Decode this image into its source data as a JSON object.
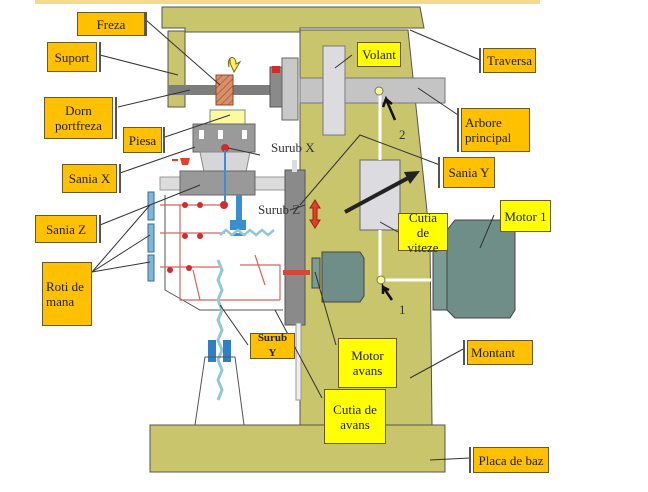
{
  "labels": {
    "freza": "Freza",
    "suport": "Suport",
    "dorn_portfreza": "Dorn portfreza",
    "piesa": "Piesa",
    "sania_x": "Sania X",
    "sania_z": "Sania Z",
    "roti_de_mana": "Roti de mana",
    "volant": "Volant",
    "traversa": "Traversa",
    "arbore_principal": "Arbore principal",
    "sania_y": "Sania Y",
    "motor_1": "Motor 1",
    "cutia_de_viteze": "Cutia de viteze",
    "motor_avans": "Motor avans",
    "cutia_de_avans": "Cutia de avans",
    "surub_y": "Surub Y",
    "montant": "Montant",
    "placa_de_baz": "Placa de baz"
  },
  "annotations": {
    "surub_x": "Surub X",
    "surub_z": "Surub Z",
    "lever_2": "2",
    "lever_1": "1"
  },
  "colors": {
    "machine_body": "#c8c56c",
    "label_orange": "#ffc000",
    "label_yellow": "#ffff00",
    "steel_gray": "#a9a9a9",
    "motor": "#6f8e87",
    "mechanism_blue": "#3b8fd0",
    "mechanism_red": "#d23a2a"
  }
}
